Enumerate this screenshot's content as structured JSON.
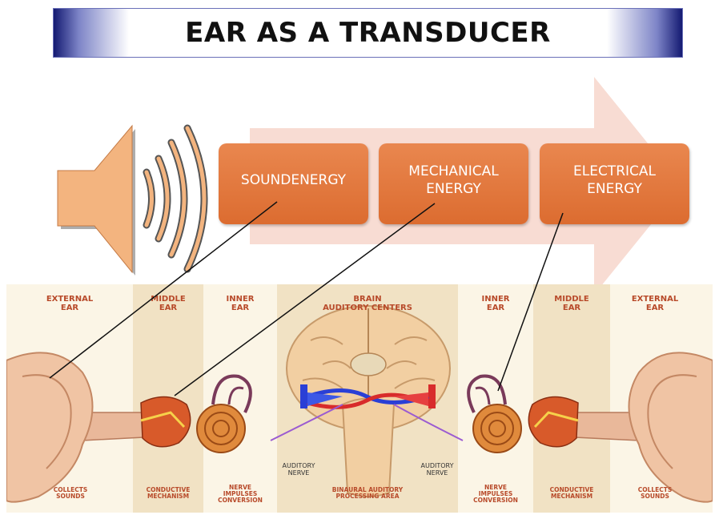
{
  "title": "EAR AS A TRANSDUCER",
  "energies": [
    {
      "label": "SOUNDENERGY"
    },
    {
      "label": "MECHANICAL\nENERGY"
    },
    {
      "label": "ELECTRICAL\nENERGY"
    }
  ],
  "anatomy": {
    "top_labels": {
      "external_left": "EXTERNAL\nEAR",
      "middle_left": "MIDDLE\nEAR",
      "inner_left": "INNER\nEAR",
      "brain": "BRAIN\nAUDITORY CENTERS",
      "inner_right": "INNER\nEAR",
      "middle_right": "MIDDLE\nEAR",
      "external_right": "EXTERNAL\nEAR"
    },
    "nerve_labels": {
      "left": "AUDITORY\nNERVE",
      "right": "AUDITORY\nNERVE"
    },
    "bottom_labels": {
      "external_left": "COLLECTS\nSOUNDS",
      "middle_left": "CONDUCTIVE\nMECHANISM",
      "inner_left": "NERVE\nIMPULSES\nCONVERSION",
      "brain": "BINAURAL AUDITORY\nPROCESSING AREA",
      "inner_right": "NERVE\nIMPULSES\nCONVERSION",
      "middle_right": "CONDUCTIVE\nMECHANISM",
      "external_right": "COLLECTS\nSOUNDS"
    }
  },
  "colors": {
    "box": "#e07a3f",
    "arrow": "#f7d8d0",
    "speaker": "#f3b47f",
    "label": "#b84a2a",
    "band_light": "#fbf5e6",
    "band_dark": "#f1e2c4"
  }
}
